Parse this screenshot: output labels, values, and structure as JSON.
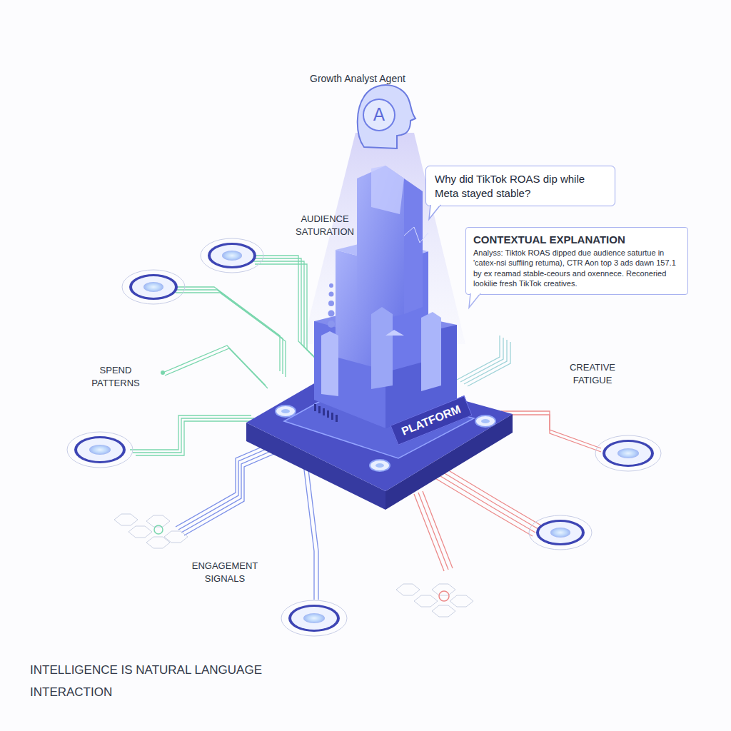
{
  "diagram": {
    "title": "Growth Analyst Agent",
    "caption": "INTELLIGENCE IS NATURAL LANGUAGE INTERACTION",
    "nodes": [
      {
        "text": [
          "A"
        ]
      },
      {
        "text": [
          "Why did TikTok ROAS dip while Meta stayed stable?"
        ]
      },
      {
        "text": [
          "CONTEXTUAL EXPLANATION",
          "Analyss: Tiktok ROAS dipped due audience saturtue in 'catex-nsi suffiing retuma), CTR Aon top 3 ads dawn 157.1 by ex reamad stable-ceours and oxennece. Reconeried lookilie fresh TikTok creatives."
        ]
      },
      {
        "text": [
          "PLATFORM"
        ]
      }
    ],
    "labels": [
      "AUDIENCE SATURATION",
      "SPEND PATTERNS",
      "CREATIVE FATIGUE",
      "ENGAGEMENT SIGNALS"
    ]
  }
}
